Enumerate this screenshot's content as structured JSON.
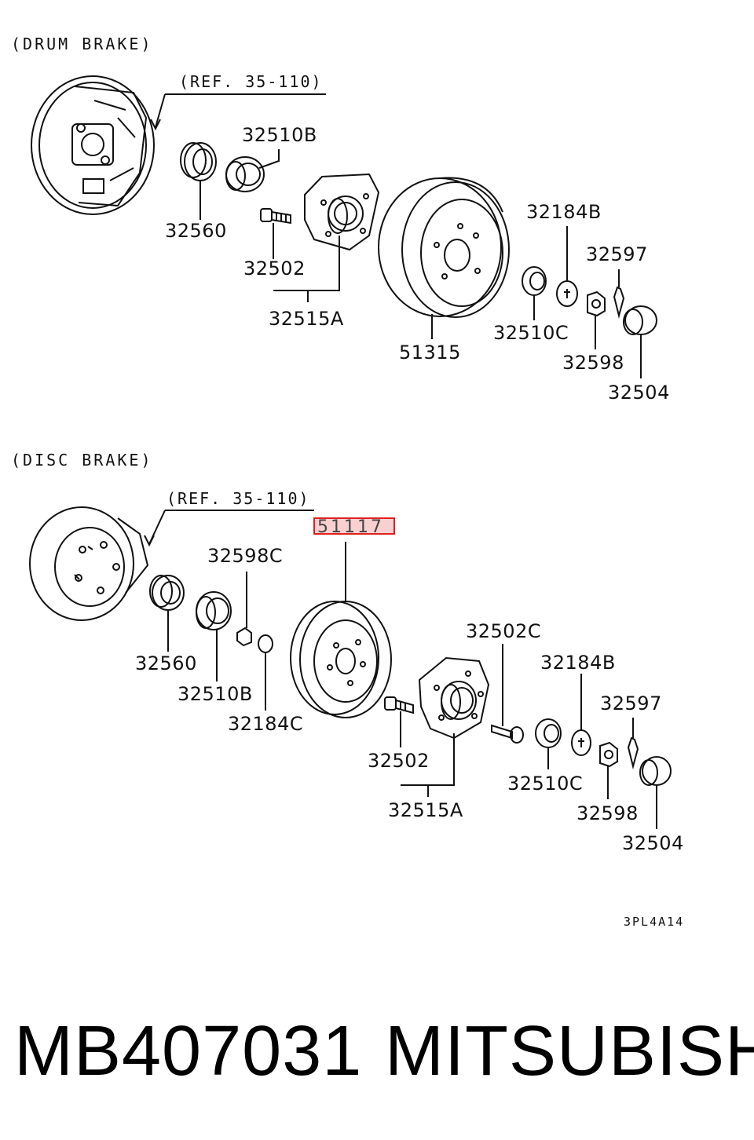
{
  "sections": {
    "drum": {
      "title": "(DRUM BRAKE)",
      "ref": "(REF. 35-110)",
      "labels": {
        "p32510B": "32510B",
        "p32560": "32560",
        "p32502": "32502",
        "p32515A": "32515A",
        "p51315": "51315",
        "p32184B": "32184B",
        "p32597": "32597",
        "p32510C": "32510C",
        "p32598": "32598",
        "p32504": "32504"
      }
    },
    "disc": {
      "title": "(DISC BRAKE)",
      "ref": "(REF. 35-110)",
      "highlighted": "51117",
      "labels": {
        "p32598C": "32598C",
        "p32560": "32560",
        "p32510B": "32510B",
        "p32184C": "32184C",
        "p32502C": "32502C",
        "p32184B": "32184B",
        "p32597": "32597",
        "p32502": "32502",
        "p32510C": "32510C",
        "p32515A": "32515A",
        "p32598": "32598",
        "p32504": "32504"
      }
    }
  },
  "diagram_code": "3PL4A14",
  "footer": {
    "part_number": "MB407031",
    "brand": "MITSUBISHI"
  },
  "colors": {
    "highlight_border": "#e02020",
    "highlight_fill": "#f09696"
  }
}
